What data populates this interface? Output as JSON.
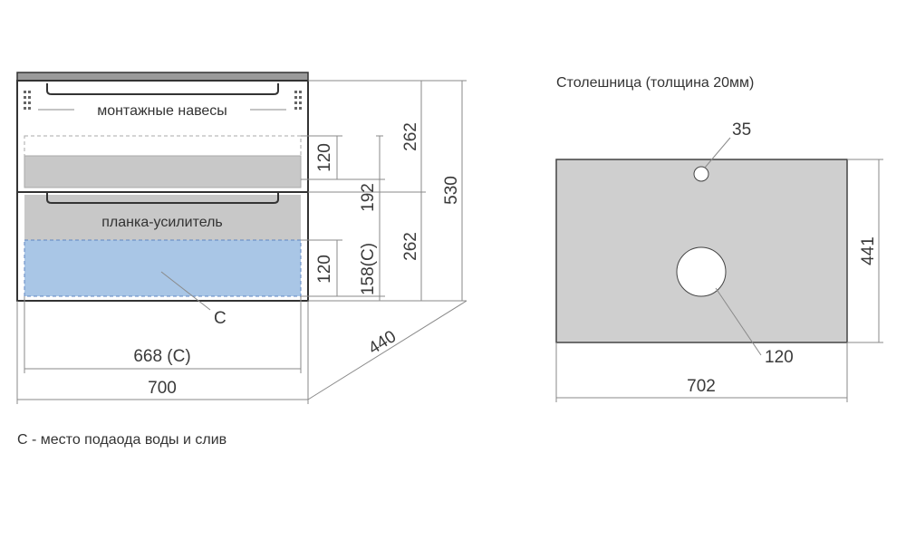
{
  "colors": {
    "drawer_fill": "#c8c8c8",
    "water_zone_fill": "#a9c6e6",
    "water_zone_stroke": "#5f86c2",
    "countertop_fill": "#cfcfcf",
    "outline": "#333333",
    "dim_line": "#8a8a8a"
  },
  "cabinet": {
    "label_hinges": "монтажные навесы",
    "label_strip": "планка-усилитель",
    "label_connection": "C",
    "dims": {
      "drawer_top": "262",
      "drawer_bottom": "262",
      "total_height": "530",
      "inner_height": "120",
      "inner_height_lower": "120",
      "gap": "192",
      "connection_height": "158(C)",
      "connection_width": "668 (C)",
      "width": "700",
      "depth": "440"
    }
  },
  "countertop": {
    "title": "Столешница (толщина 20мм)",
    "dims": {
      "small_hole": "35",
      "large_hole": "120",
      "depth": "441",
      "width": "702"
    }
  },
  "legend": "С - место подаода воды и слив"
}
